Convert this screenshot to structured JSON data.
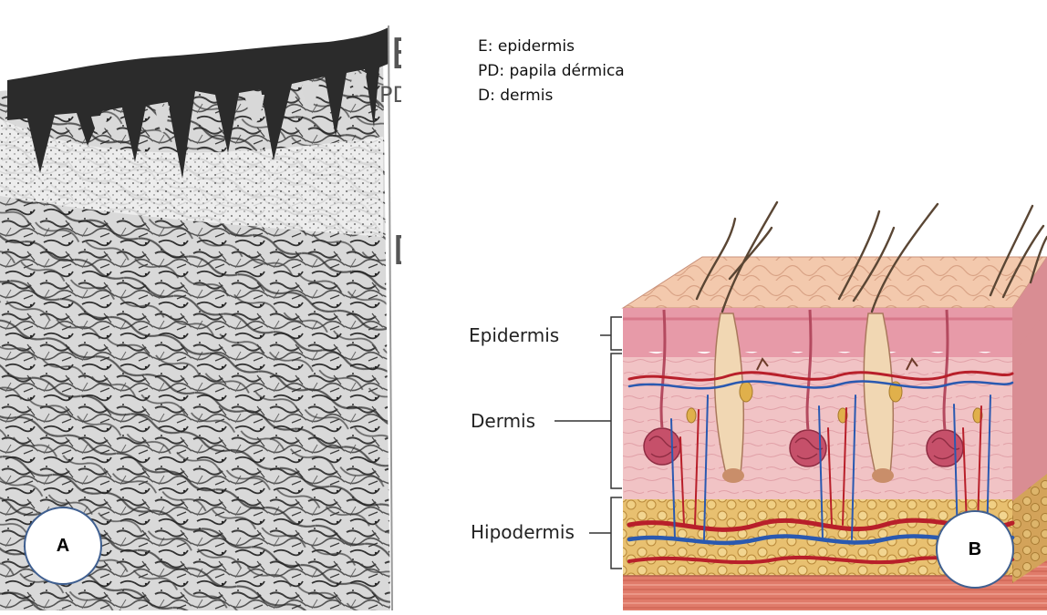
{
  "panel_a": {
    "label_e": "E",
    "label_pd": "PD",
    "label_d": "D",
    "badge": "A"
  },
  "legend": [
    "E: epidermis",
    "PD: papila dérmica",
    "D: dermis"
  ],
  "panel_b": {
    "epidermis_label": "Epidermis",
    "dermis_label": "Dermis",
    "hypodermis_label": "Hipodermis",
    "badge": "B"
  },
  "colors": {
    "badge_border": "#3f5f90",
    "epidermis_pink": "#e79aa8",
    "dermis_pink": "#f1c3c5",
    "fat_yellow": "#e8c070",
    "vessel_red": "#b81f2a",
    "vessel_blue": "#2a59b0"
  }
}
